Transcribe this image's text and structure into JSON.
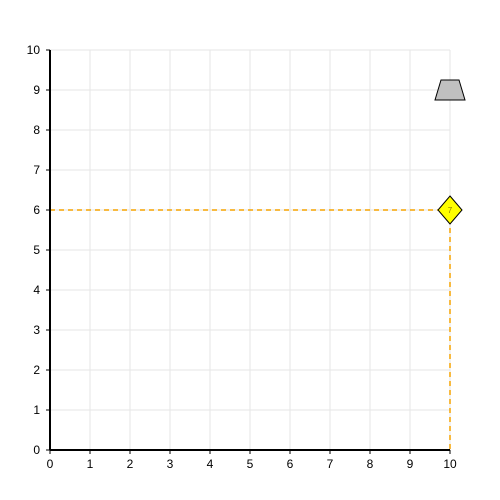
{
  "chart_data": {
    "type": "scatter",
    "xlim": [
      0,
      10
    ],
    "ylim": [
      0,
      10
    ],
    "x_ticks": [
      "0",
      "1",
      "2",
      "3",
      "4",
      "5",
      "6",
      "7",
      "8",
      "9",
      "10"
    ],
    "y_ticks": [
      "0",
      "1",
      "2",
      "3",
      "4",
      "5",
      "6",
      "7",
      "8",
      "9",
      "10"
    ],
    "grid": true,
    "points": [
      {
        "shape": "diamond",
        "x": 10,
        "y": 6,
        "label": "7",
        "fill": "#ffff00",
        "stroke": "#000000",
        "label_color": "#8a7a00"
      },
      {
        "shape": "trapezoid",
        "x": 10,
        "y": 9,
        "label": "",
        "fill": "#c0c0c0",
        "stroke": "#000000"
      }
    ],
    "guide_lines": [
      {
        "from_point": 0,
        "color": "#f5a300",
        "style": "dashed"
      }
    ]
  }
}
